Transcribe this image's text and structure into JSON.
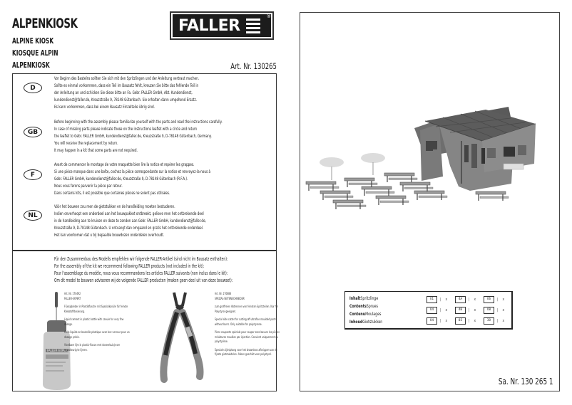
{
  "header": {
    "title": "ALPENKIOSK",
    "subtitles": [
      "ALPINE KIOSK",
      "KIOSQUE ALPIN",
      "ALPENKIOSK"
    ],
    "art_nr": "Art. Nr. 130265",
    "logo": {
      "text": "FALLER",
      "registered": "®"
    }
  },
  "languages": [
    {
      "code": "D",
      "lines": [
        "Vor Beginn des Bastelns sollten Sie sich mit den Spritzlingen und der Anleitung vertraut machen.",
        "Sollte es einmal vorkommen, dass ein Teil im Bausatz fehlt, kreuzen Sie bitte das fehlende Teil in",
        "der Anleitung an und schicken Sie diese bitte an Fa. Gebr. FALLER GmbH, Abt. Kundendienst,",
        "kundendienst@faller.de, Kreuzstraße 9, 78148 Gütenbach. Sie erhalten dann umgehend Ersatz.",
        "Es kann vorkommen, dass bei einem Bausatz Einzelteile übrig sind."
      ]
    },
    {
      "code": "GB",
      "lines": [
        "Before beginning with the assembly please familiarize yourself with the parts and read the instructions carefully.",
        "In case of missing parts please indicate these on the instructions leaflet with a circle and return",
        "the leaflet to Gebr. FALLER GmbH, kundendienst@faller.de, Kreuzstraße 9, D-78148 Gütenbach, Germany.",
        "You will receive the replacement by return.",
        "It may happen in a kit that some parts are not required."
      ]
    },
    {
      "code": "F",
      "lines": [
        "Avant de commencer le montage de votre maquette bien lire la notice et repérer les grappes.",
        "Si une pièce manque dans une boîte, cochez la pièce correspondante sur la notice et renvoyez-la-nous à",
        "Gebr. FALLER GmbH, kundendienst@faller.de, Kreuzstraße 9, D-78148 Gütenbach (R.F.A.).",
        "Nous vous ferons parvenir la pièce par retour.",
        "Dans certains kits, il est possible que certaines pièces ne soient pas utilisées."
      ]
    },
    {
      "code": "NL",
      "lines": [
        "Vóór het bouwen zou men de gietstukken en de handleiding moeten bestuderen.",
        "Indien onverhoopt een onderdeel aan het bouwpakket ontbreekt, gelieve men het ontbrekende deel",
        "in de handleiding aan te kruisen en deze te zenden aan Gebr. FALLER GmbH, kundendienst@faller.de,",
        "Kreuzstraße 9, D-78148 Gütenbach. U ontvangt dan omgaand en gratis het ontbrekende onderdeel.",
        "Het kan voorkomen dat u bij bepaalde bouwdozen onderdelen overhoudt."
      ]
    }
  ],
  "recommendation": {
    "lines": [
      "Für den Zusammenbau des Modells empfehlen wir folgende FALLER-Artikel (sind nicht im Bausatz enthalten):",
      "For the assembly of the kit we recommend following FALLER products (not included in the kit):",
      "Pour l'assemblage du modèle, nous vous recommandons les articles FALLER suivants (non inclus dans le kit):",
      "Om dit model te bouwen adviseren wij de volgende FALLER producten (maken geen deel uit van deze bouwset):"
    ]
  },
  "products": [
    {
      "art_nr": "Art. Nr. 170492",
      "name": "FALLER-EXPERT",
      "bottle_label": "FALLER EXPERT",
      "descriptions": [
        "Flüssigkleber in Plastikflasche mit Spezialkanüle für feinste Klebstoffdosierung.",
        "Liquid cement in plastic bottle with canule for very fine dosage.",
        "Colle liquide en bouteille plastique avec bec verseur pour un dosage précis.",
        "Vloeibare lijm in plastic-flacon met doseerbuisje om nauwkeurig te lijmen."
      ]
    },
    {
      "art_nr": "Art. Nr. 170688",
      "name": "SPEZIAL-SEITENSCHNEIDER",
      "descriptions": [
        "zum groffreien Abtrennen von feinsten Spritzteilen. Nur für Polystyrol geeignet.",
        "Special side cutter for cutting off ultrafine moulded parts without burrs. Only suitable for polystyrene.",
        "Pince coupante spéciale pour couper sans bavure les pièces miniatures moulées par injection. Convient uniquement au polystyrène.",
        "Speciale zijkniptang voor het braamloos afknippen van de fijnste gietstukdelen. Alleen geschikt voor polystyrol."
      ]
    }
  ],
  "contents": {
    "labels": [
      {
        "bold": "Inhalt",
        "normal": "Spritzlinge"
      },
      {
        "bold": "Contents",
        "normal": "Sprues"
      },
      {
        "bold": "Contenu",
        "normal": "Moulages"
      },
      {
        "bold": "Inhoud",
        "normal": "Gietstukken"
      }
    ],
    "rows": [
      [
        {
          "code": "01",
          "sep": "|",
          "qty": "x"
        },
        {
          "code": "4A",
          "sep": "|",
          "qty": "x"
        },
        {
          "code": "06",
          "sep": "|",
          "qty": "x"
        }
      ],
      [
        {
          "code": "04",
          "sep": "|",
          "qty": "x"
        },
        {
          "code": "4B",
          "sep": "|",
          "qty": "x"
        },
        {
          "code": "08",
          "sep": "|",
          "qty": "x"
        }
      ],
      [
        {
          "code": "04",
          "sep": "|",
          "qty": "x"
        },
        {
          "code": "85",
          "sep": "|",
          "qty": "x"
        },
        {
          "code": "30",
          "sep": "|",
          "qty": "x"
        }
      ]
    ]
  },
  "footer": {
    "sa_nr": "Sa. Nr. 130 265 1"
  },
  "colors": {
    "ink": "#1a1a1a",
    "border": "#333333",
    "model_gray": "#7a7a7a",
    "roof_gray": "#5e5e5e"
  }
}
